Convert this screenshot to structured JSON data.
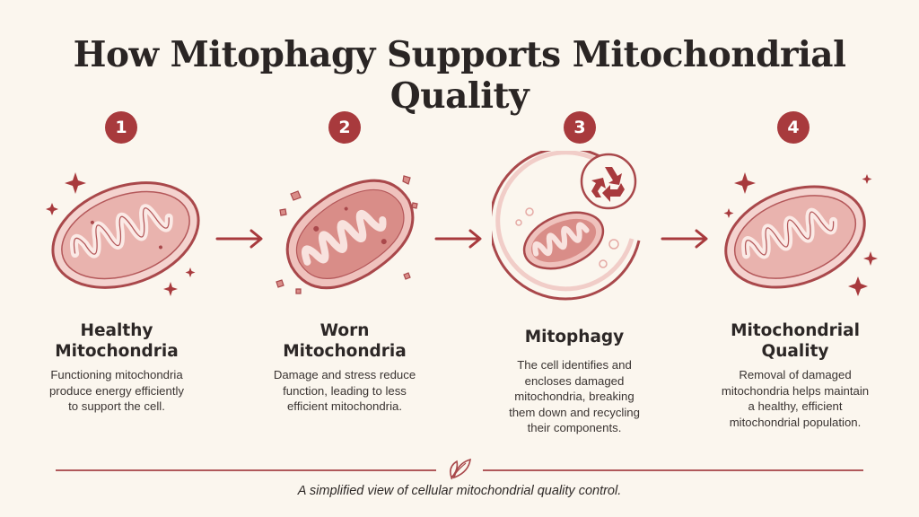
{
  "title": "How Mitophagy Supports Mitochondrial Quality",
  "steps": [
    {
      "number": "1",
      "title_lines": [
        "Healthy",
        "Mitochondria"
      ],
      "desc_lines": [
        "Functioning mitochondria",
        "produce energy efficiently",
        "to support the cell."
      ]
    },
    {
      "number": "2",
      "title_lines": [
        "Worn",
        "Mitochondria"
      ],
      "desc_lines": [
        "Damage and stress reduce",
        "function, leading to less",
        "efficient mitochondria."
      ]
    },
    {
      "number": "3",
      "title_lines": [
        "Mitophagy"
      ],
      "desc_lines": [
        "The cell identifies and",
        "encloses damaged",
        "mitochondria, breaking",
        "them down and recycling",
        "their components."
      ]
    },
    {
      "number": "4",
      "title_lines": [
        "Mitochondrial",
        "Quality"
      ],
      "desc_lines": [
        "Removal of damaged",
        "mitochondria helps maintain",
        "a healthy, efficient",
        "mitochondrial population."
      ]
    }
  ],
  "caption": "A simplified view of cellular mitochondrial quality control.",
  "colors": {
    "accent": "#a83a3d",
    "outline": "#a9484b",
    "fill_light": "#f4d3cf",
    "fill_mid": "#e5aaa5",
    "background": "#fbf6ee"
  },
  "icons": [
    "sparkle-icon",
    "arrow-right-icon",
    "recycle-icon",
    "leaf-icon"
  ]
}
